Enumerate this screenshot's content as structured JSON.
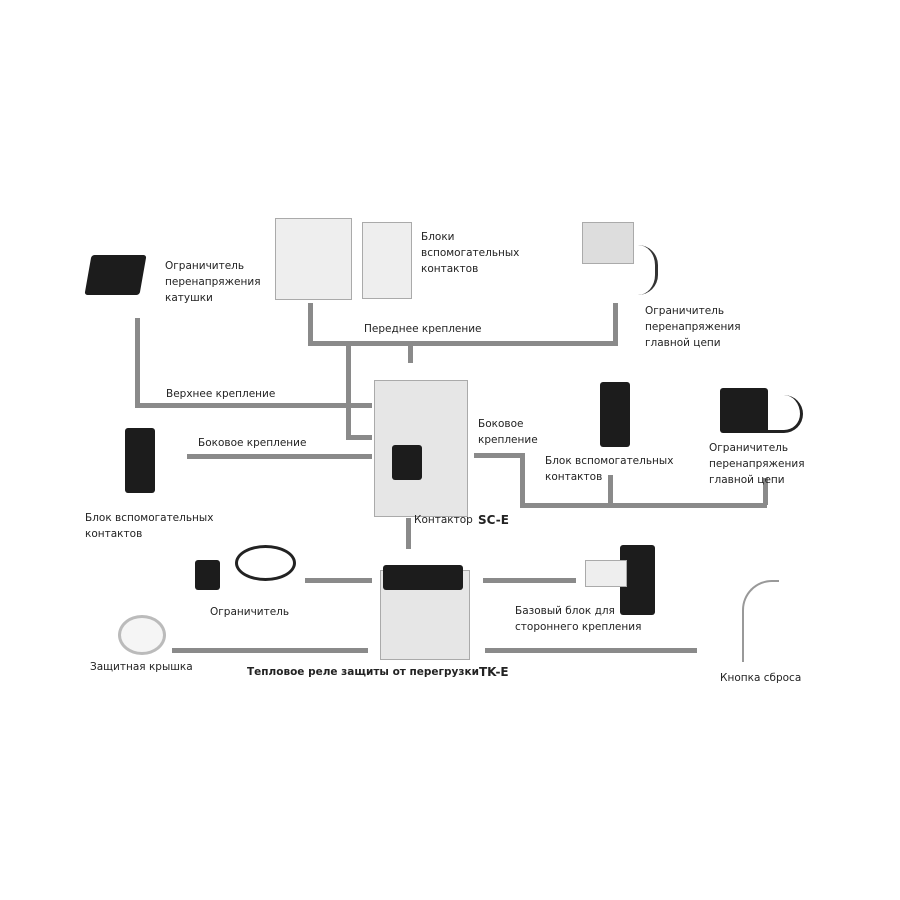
{
  "labels": {
    "coil_limiter": [
      "Ограничитель",
      "перенапряжения",
      "катушки"
    ],
    "aux_blocks": [
      "Блоки",
      "вспомогательных",
      "контактов"
    ],
    "main_limiter_top": [
      "Ограничитель",
      "перенапряжения",
      "главной цепи"
    ],
    "front_mount": "Переднее крепление",
    "top_mount": "Верхнее крепление",
    "side_mount_left": "Боковое крепление",
    "side_mount_right": [
      "Боковое",
      "крепление"
    ],
    "aux_block_right": [
      "Блок вспомогательных",
      "контактов"
    ],
    "main_limiter_right": [
      "Ограничитель",
      "перенапряжения",
      "главной цепи"
    ],
    "aux_block_left": [
      "Блок вспомогательных",
      "контактов"
    ],
    "contactor": "Контактор",
    "contactor_model": "SC-E",
    "limiter": "Ограничитель",
    "base_block": [
      "Базовый блок для",
      "стороннего крепления"
    ],
    "protective_cover": "Защитная крышка",
    "thermal_relay": "Тепловое реле защиты от перегрузки",
    "relay_model": "TK-E",
    "reset_button": "Кнопка сброса"
  }
}
